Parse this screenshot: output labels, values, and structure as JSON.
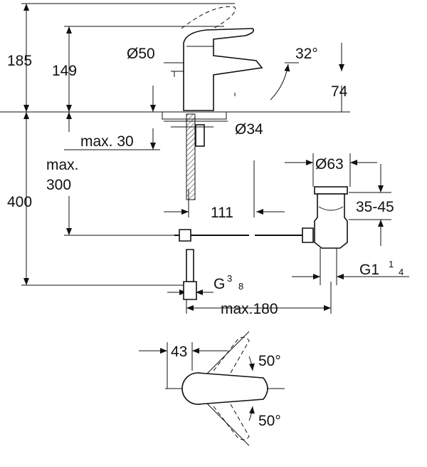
{
  "title": "Basin mixer dimension drawing",
  "dimensions": {
    "total_height": "185",
    "spout_height": "149",
    "body_diameter": "Ø50",
    "spout_angle": "32°",
    "spout_reach_height": "74",
    "hole_diameter": "Ø34",
    "max_counter_thickness": "max. 30",
    "max_label": "max.",
    "max_value": "300",
    "below_counter": "400",
    "drain_offset": "111",
    "drain_diameter": "Ø63",
    "drain_range": "35-45",
    "drain_thread": "G1",
    "drain_thread_num": "1",
    "drain_thread_den": "4",
    "supply_thread": "G",
    "supply_thread_num": "3",
    "supply_thread_den": "8",
    "max_width": "max.180",
    "lever_offset": "43",
    "lever_angle_top": "50°",
    "lever_angle_bottom": "50°"
  }
}
